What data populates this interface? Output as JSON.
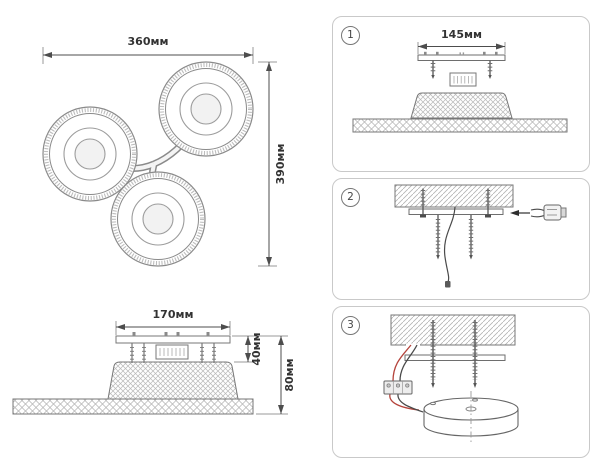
{
  "top_view": {
    "width_label": "360мм",
    "height_label": "390мм"
  },
  "side_view": {
    "width_label": "170мм",
    "upper_height_label": "40мм",
    "total_height_label": "80мм"
  },
  "steps": [
    {
      "number": "1",
      "bracket_width_label": "145мм"
    },
    {
      "number": "2"
    },
    {
      "number": "3"
    }
  ],
  "colors": {
    "drawing_line": "#6e6e6e",
    "dimension_line": "#4d4d4d",
    "dimension_text": "#333333",
    "panel_border": "#c9c9c9",
    "hatch": "#b3b3b3",
    "wire_red": "#b5443c",
    "wire_dark": "#4a4a4a",
    "background": "#ffffff"
  }
}
